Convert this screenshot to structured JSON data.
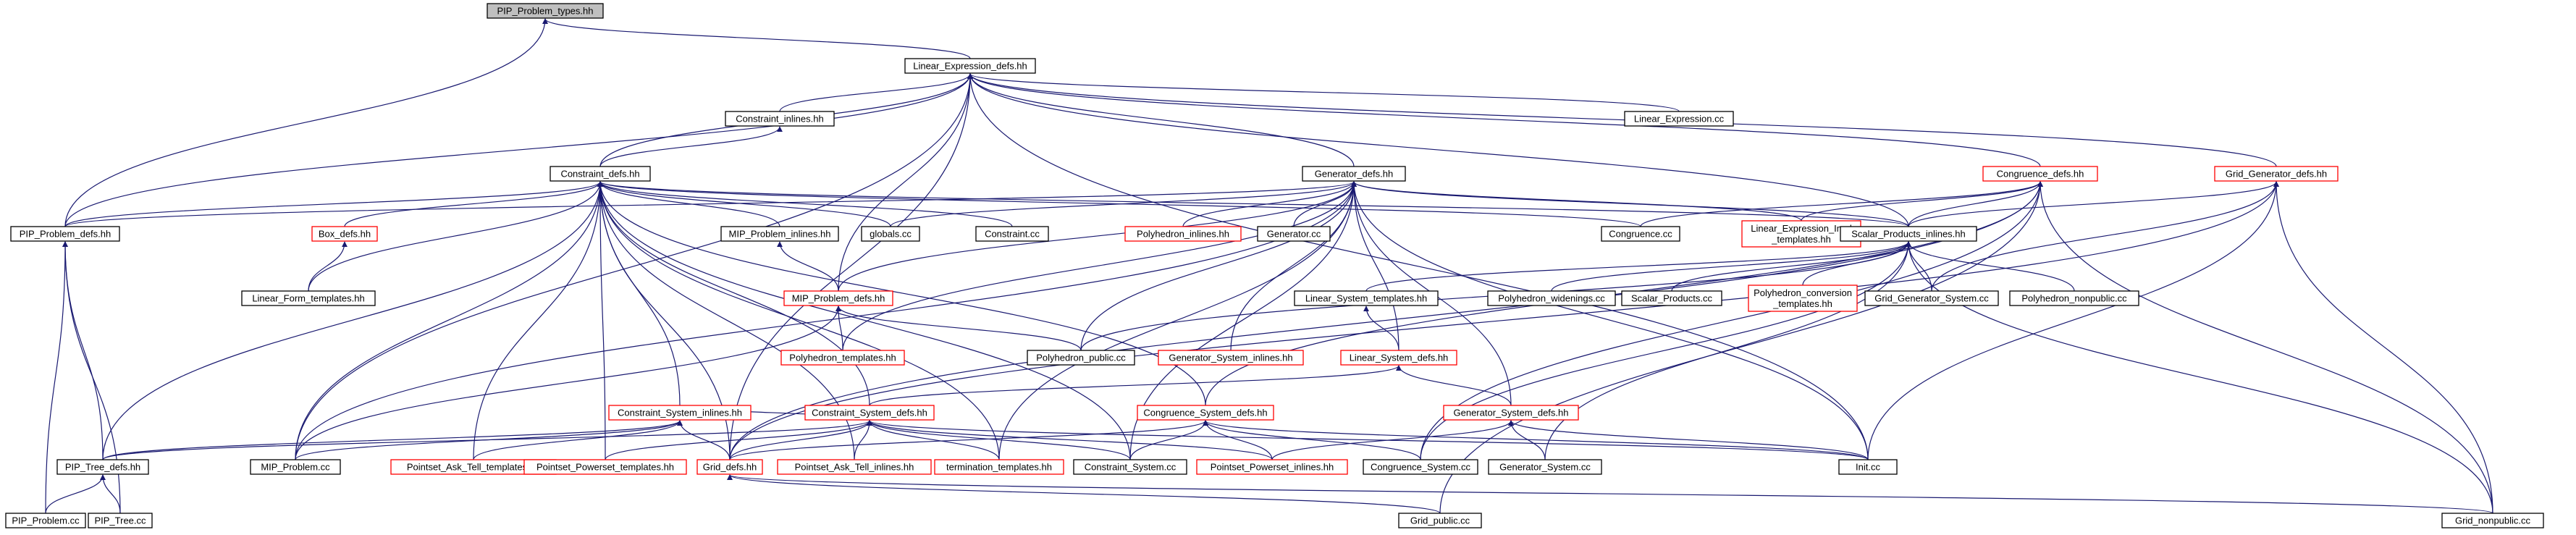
{
  "colors": {
    "edge": "#191970",
    "border_black": "#000000",
    "border_red": "#ff0000",
    "focus_fill": "#bfbfbf"
  },
  "nodes": [
    {
      "id": "pip_problem_types",
      "label": "PIP_Problem_types.hh",
      "border": "black",
      "focus": true
    },
    {
      "id": "linear_expression_defs",
      "label": "Linear_Expression_defs.hh",
      "border": "black"
    },
    {
      "id": "constraint_inlines",
      "label": "Constraint_inlines.hh",
      "border": "black"
    },
    {
      "id": "linear_expression_cc",
      "label": "Linear_Expression.cc",
      "border": "black"
    },
    {
      "id": "constraint_defs",
      "label": "Constraint_defs.hh",
      "border": "black"
    },
    {
      "id": "generator_defs",
      "label": "Generator_defs.hh",
      "border": "black"
    },
    {
      "id": "congruence_defs",
      "label": "Congruence_defs.hh",
      "border": "red"
    },
    {
      "id": "grid_generator_defs",
      "label": "Grid_Generator_defs.hh",
      "border": "red"
    },
    {
      "id": "pip_problem_defs",
      "label": "PIP_Problem_defs.hh",
      "border": "black"
    },
    {
      "id": "box_defs",
      "label": "Box_defs.hh",
      "border": "red"
    },
    {
      "id": "mip_problem_inlines",
      "label": "MIP_Problem_inlines.hh",
      "border": "black"
    },
    {
      "id": "globals_cc",
      "label": "globals.cc",
      "border": "black"
    },
    {
      "id": "constraint_cc",
      "label": "Constraint.cc",
      "border": "black"
    },
    {
      "id": "polyhedron_inlines",
      "label": "Polyhedron_inlines.hh",
      "border": "red"
    },
    {
      "id": "generator_cc",
      "label": "Generator.cc",
      "border": "black"
    },
    {
      "id": "congruence_cc",
      "label": "Congruence.cc",
      "border": "black"
    },
    {
      "id": "linear_expression_impl_templates",
      "label": [
        "Linear_Expression_Impl",
        "_templates.hh"
      ],
      "border": "red"
    },
    {
      "id": "scalar_products_inlines",
      "label": "Scalar_Products_inlines.hh",
      "border": "black"
    },
    {
      "id": "linear_form_templates",
      "label": "Linear_Form_templates.hh",
      "border": "black"
    },
    {
      "id": "mip_problem_defs",
      "label": "MIP_Problem_defs.hh",
      "border": "red"
    },
    {
      "id": "linear_system_templates",
      "label": "Linear_System_templates.hh",
      "border": "black"
    },
    {
      "id": "polyhedron_widenings",
      "label": "Polyhedron_widenings.cc",
      "border": "black"
    },
    {
      "id": "scalar_products_cc",
      "label": "Scalar_Products.cc",
      "border": "black"
    },
    {
      "id": "polyhedron_conversion_templates",
      "label": [
        "Polyhedron_conversion",
        "_templates.hh"
      ],
      "border": "red"
    },
    {
      "id": "grid_generator_system_cc",
      "label": "Grid_Generator_System.cc",
      "border": "black"
    },
    {
      "id": "polyhedron_nonpublic",
      "label": "Polyhedron_nonpublic.cc",
      "border": "black"
    },
    {
      "id": "polyhedron_templates",
      "label": "Polyhedron_templates.hh",
      "border": "red"
    },
    {
      "id": "polyhedron_public",
      "label": "Polyhedron_public.cc",
      "border": "black"
    },
    {
      "id": "generator_system_inlines",
      "label": "Generator_System_inlines.hh",
      "border": "red"
    },
    {
      "id": "linear_system_defs",
      "label": "Linear_System_defs.hh",
      "border": "red"
    },
    {
      "id": "constraint_system_inlines",
      "label": "Constraint_System_inlines.hh",
      "border": "red"
    },
    {
      "id": "constraint_system_defs",
      "label": "Constraint_System_defs.hh",
      "border": "red"
    },
    {
      "id": "congruence_system_defs",
      "label": "Congruence_System_defs.hh",
      "border": "red"
    },
    {
      "id": "generator_system_defs",
      "label": "Generator_System_defs.hh",
      "border": "red"
    },
    {
      "id": "pip_tree_defs",
      "label": "PIP_Tree_defs.hh",
      "border": "black"
    },
    {
      "id": "mip_problem_cc",
      "label": "MIP_Problem.cc",
      "border": "black"
    },
    {
      "id": "pointset_ask_tell_templates",
      "label": "Pointset_Ask_Tell_templates.hh",
      "border": "red"
    },
    {
      "id": "pointset_powerset_templates",
      "label": "Pointset_Powerset_templates.hh",
      "border": "red"
    },
    {
      "id": "grid_defs",
      "label": "Grid_defs.hh",
      "border": "red"
    },
    {
      "id": "pointset_ask_tell_inlines",
      "label": "Pointset_Ask_Tell_inlines.hh",
      "border": "red"
    },
    {
      "id": "termination_templates",
      "label": "termination_templates.hh",
      "border": "red"
    },
    {
      "id": "constraint_system_cc",
      "label": "Constraint_System.cc",
      "border": "black"
    },
    {
      "id": "pointset_powerset_inlines",
      "label": "Pointset_Powerset_inlines.hh",
      "border": "red"
    },
    {
      "id": "congruence_system_cc",
      "label": "Congruence_System.cc",
      "border": "black"
    },
    {
      "id": "generator_system_cc",
      "label": "Generator_System.cc",
      "border": "black"
    },
    {
      "id": "init_cc",
      "label": "Init.cc",
      "border": "black"
    },
    {
      "id": "pip_problem_cc",
      "label": "PIP_Problem.cc",
      "border": "black"
    },
    {
      "id": "pip_tree_cc",
      "label": "PIP_Tree.cc",
      "border": "black"
    },
    {
      "id": "grid_public",
      "label": "Grid_public.cc",
      "border": "black"
    },
    {
      "id": "grid_nonpublic",
      "label": "Grid_nonpublic.cc",
      "border": "black"
    }
  ],
  "edges": [
    [
      "pip_problem_types",
      "linear_expression_defs"
    ],
    [
      "pip_problem_types",
      "pip_problem_defs"
    ],
    [
      "linear_expression_defs",
      "constraint_inlines"
    ],
    [
      "linear_expression_defs",
      "linear_expression_cc"
    ],
    [
      "linear_expression_defs",
      "constraint_defs"
    ],
    [
      "linear_expression_defs",
      "generator_defs"
    ],
    [
      "linear_expression_defs",
      "congruence_defs"
    ],
    [
      "linear_expression_defs",
      "grid_generator_defs"
    ],
    [
      "linear_expression_defs",
      "pip_problem_defs"
    ],
    [
      "linear_expression_defs",
      "mip_problem_defs"
    ],
    [
      "linear_expression_defs",
      "scalar_products_inlines"
    ],
    [
      "linear_expression_defs",
      "mip_problem_cc"
    ],
    [
      "linear_expression_defs",
      "grid_defs"
    ],
    [
      "linear_expression_defs",
      "init_cc"
    ],
    [
      "constraint_inlines",
      "constraint_defs"
    ],
    [
      "constraint_defs",
      "pip_problem_defs"
    ],
    [
      "constraint_defs",
      "box_defs"
    ],
    [
      "constraint_defs",
      "mip_problem_inlines"
    ],
    [
      "constraint_defs",
      "globals_cc"
    ],
    [
      "constraint_defs",
      "constraint_cc"
    ],
    [
      "constraint_defs",
      "congruence_cc"
    ],
    [
      "constraint_defs",
      "linear_form_templates"
    ],
    [
      "constraint_defs",
      "scalar_products_inlines"
    ],
    [
      "constraint_defs",
      "pip_tree_defs"
    ],
    [
      "constraint_defs",
      "constraint_system_defs"
    ],
    [
      "constraint_defs",
      "constraint_system_inlines"
    ],
    [
      "constraint_defs",
      "mip_problem_cc"
    ],
    [
      "constraint_defs",
      "pointset_ask_tell_templates"
    ],
    [
      "constraint_defs",
      "pointset_powerset_templates"
    ],
    [
      "constraint_defs",
      "grid_defs"
    ],
    [
      "constraint_defs",
      "pointset_ask_tell_inlines"
    ],
    [
      "constraint_defs",
      "termination_templates"
    ],
    [
      "constraint_defs",
      "congruence_system_defs"
    ],
    [
      "constraint_defs",
      "constraint_system_cc"
    ],
    [
      "generator_defs",
      "pip_problem_defs"
    ],
    [
      "generator_defs",
      "polyhedron_inlines"
    ],
    [
      "generator_defs",
      "generator_cc"
    ],
    [
      "generator_defs",
      "globals_cc"
    ],
    [
      "generator_defs",
      "scalar_products_inlines"
    ],
    [
      "generator_defs",
      "linear_expression_impl_templates"
    ],
    [
      "generator_defs",
      "mip_problem_defs"
    ],
    [
      "generator_defs",
      "polyhedron_templates"
    ],
    [
      "generator_defs",
      "polyhedron_public"
    ],
    [
      "generator_defs",
      "generator_system_inlines"
    ],
    [
      "generator_defs",
      "linear_system_defs"
    ],
    [
      "generator_defs",
      "generator_system_defs"
    ],
    [
      "generator_defs",
      "mip_problem_cc"
    ],
    [
      "generator_defs",
      "constraint_system_cc"
    ],
    [
      "generator_defs",
      "termination_templates"
    ],
    [
      "generator_defs",
      "init_cc"
    ],
    [
      "congruence_defs",
      "congruence_cc"
    ],
    [
      "congruence_defs",
      "linear_expression_impl_templates"
    ],
    [
      "congruence_defs",
      "scalar_products_inlines"
    ],
    [
      "congruence_defs",
      "congruence_system_defs"
    ],
    [
      "congruence_defs",
      "grid_defs"
    ],
    [
      "congruence_defs",
      "congruence_system_cc"
    ],
    [
      "congruence_defs",
      "grid_public"
    ],
    [
      "congruence_defs",
      "grid_nonpublic"
    ],
    [
      "grid_generator_defs",
      "scalar_products_inlines"
    ],
    [
      "grid_generator_defs",
      "grid_generator_system_cc"
    ],
    [
      "grid_generator_defs",
      "grid_defs"
    ],
    [
      "grid_generator_defs",
      "grid_nonpublic"
    ],
    [
      "grid_generator_defs",
      "init_cc"
    ],
    [
      "pip_problem_defs",
      "pip_tree_defs"
    ],
    [
      "pip_problem_defs",
      "pip_problem_cc"
    ],
    [
      "pip_problem_defs",
      "pip_tree_cc"
    ],
    [
      "box_defs",
      "linear_form_templates"
    ],
    [
      "mip_problem_inlines",
      "mip_problem_defs"
    ],
    [
      "mip_problem_defs",
      "polyhedron_templates"
    ],
    [
      "mip_problem_defs",
      "polyhedron_public"
    ],
    [
      "mip_problem_defs",
      "mip_problem_cc"
    ],
    [
      "scalar_products_inlines",
      "linear_system_templates"
    ],
    [
      "scalar_products_inlines",
      "polyhedron_widenings"
    ],
    [
      "scalar_products_inlines",
      "scalar_products_cc"
    ],
    [
      "scalar_products_inlines",
      "polyhedron_conversion_templates"
    ],
    [
      "scalar_products_inlines",
      "grid_generator_system_cc"
    ],
    [
      "scalar_products_inlines",
      "polyhedron_nonpublic"
    ],
    [
      "scalar_products_inlines",
      "polyhedron_public"
    ],
    [
      "scalar_products_inlines",
      "generator_system_cc"
    ],
    [
      "scalar_products_inlines",
      "congruence_system_cc"
    ],
    [
      "scalar_products_inlines",
      "grid_nonpublic"
    ],
    [
      "linear_system_templates",
      "linear_system_defs"
    ],
    [
      "linear_system_defs",
      "constraint_system_defs"
    ],
    [
      "linear_system_defs",
      "generator_system_defs"
    ],
    [
      "constraint_system_inlines",
      "pip_tree_defs"
    ],
    [
      "constraint_system_inlines",
      "mip_problem_cc"
    ],
    [
      "constraint_system_inlines",
      "pointset_ask_tell_templates"
    ],
    [
      "constraint_system_inlines",
      "grid_defs"
    ],
    [
      "constraint_system_defs",
      "constraint_system_inlines"
    ],
    [
      "constraint_system_defs",
      "pip_tree_defs"
    ],
    [
      "constraint_system_defs",
      "pointset_powerset_templates"
    ],
    [
      "constraint_system_defs",
      "grid_defs"
    ],
    [
      "constraint_system_defs",
      "pointset_ask_tell_inlines"
    ],
    [
      "constraint_system_defs",
      "termination_templates"
    ],
    [
      "constraint_system_defs",
      "constraint_system_cc"
    ],
    [
      "constraint_system_defs",
      "pointset_powerset_inlines"
    ],
    [
      "constraint_system_defs",
      "init_cc"
    ],
    [
      "congruence_system_defs",
      "grid_defs"
    ],
    [
      "congruence_system_defs",
      "constraint_system_cc"
    ],
    [
      "congruence_system_defs",
      "pointset_powerset_inlines"
    ],
    [
      "congruence_system_defs",
      "congruence_system_cc"
    ],
    [
      "congruence_system_defs",
      "init_cc"
    ],
    [
      "generator_system_defs",
      "pointset_powerset_inlines"
    ],
    [
      "generator_system_defs",
      "generator_system_cc"
    ],
    [
      "generator_system_defs",
      "init_cc"
    ],
    [
      "pip_tree_defs",
      "pip_problem_cc"
    ],
    [
      "pip_tree_defs",
      "pip_tree_cc"
    ],
    [
      "grid_defs",
      "grid_public"
    ],
    [
      "grid_defs",
      "grid_nonpublic"
    ]
  ]
}
